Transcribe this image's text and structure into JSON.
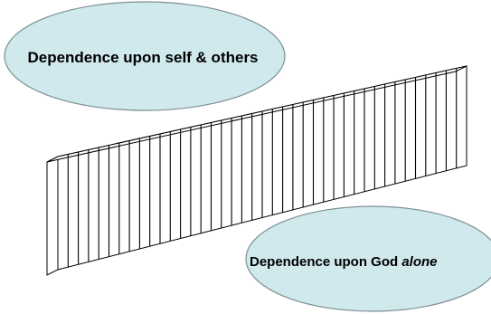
{
  "diagram": {
    "top_ellipse": {
      "text": "Dependence upon self & others"
    },
    "bottom_ellipse": {
      "text_main": "Dependence upon God ",
      "text_emphasis": "alone"
    },
    "colors": {
      "ellipse_fill": "#cfe9ec",
      "ellipse_stroke": "#7f8f94",
      "fence_stroke": "#000000",
      "fence_fill": "#ffffff"
    }
  }
}
